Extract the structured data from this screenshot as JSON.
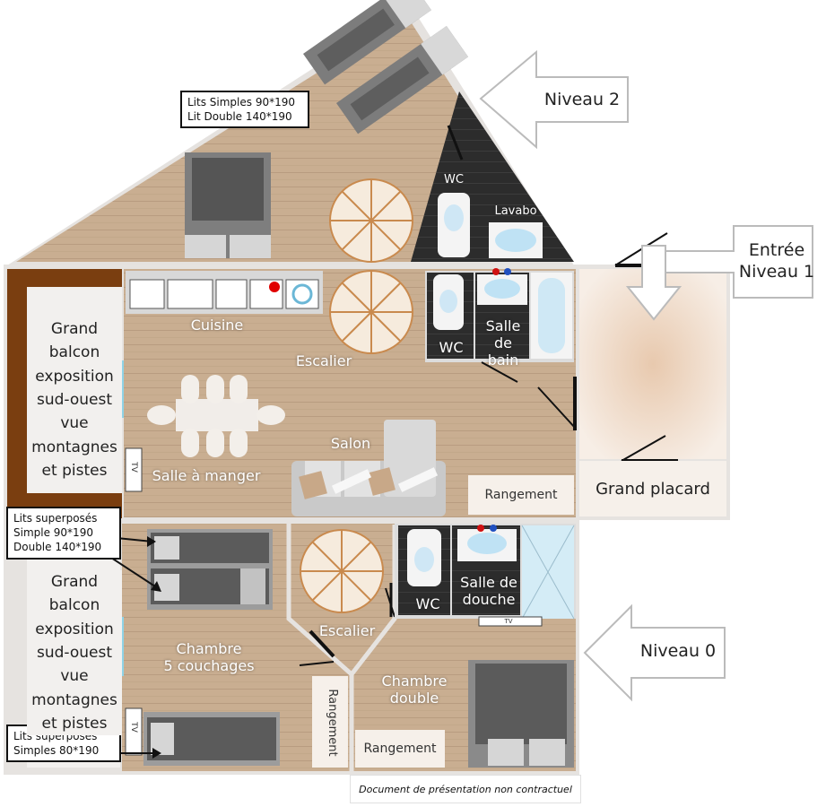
{
  "levels": {
    "niveau2": "Niveau 2",
    "entree_line1": "Entrée",
    "entree_line2": "Niveau 1",
    "niveau0": "Niveau 0"
  },
  "beds_level2": {
    "line1": "Lits Simples 90*190",
    "line2": "Lit Double 140*190"
  },
  "level2_rooms": {
    "wc": "WC",
    "lavabo": "Lavabo"
  },
  "level1": {
    "cuisine": "Cuisine",
    "escalier": "Escalier",
    "wc": "WC",
    "sdb_line1": "Salle de",
    "sdb_line2": "bain",
    "salle_a_manger": "Salle à manger",
    "salon": "Salon",
    "rangement": "Rangement",
    "grand_placard": "Grand placard",
    "balcon_lines": [
      "Grand",
      "balcon",
      "exposition",
      "sud-ouest",
      "vue",
      "montagnes",
      "et pistes"
    ],
    "tv": "TV"
  },
  "level0": {
    "beds1_line1": "Lits superposés",
    "beds1_line2": "Simple 90*190",
    "beds1_line3": "Double 140*190",
    "beds2_line1": "Lits superposés",
    "beds2_line2": "Simples 80*190",
    "balcon_lines": [
      "Grand",
      "balcon",
      "exposition",
      "sud-ouest",
      "vue",
      "montagnes",
      "et pistes"
    ],
    "wc": "WC",
    "sdd_line1": "Salle de",
    "sdd_line2": "douche",
    "escalier": "Escalier",
    "chambre5_line1": "Chambre",
    "chambre5_line2": "5 couchages",
    "chambre_double_line1": "Chambre",
    "chambre_double_line2": "double",
    "rangement_vertical": "Rangement",
    "rangement": "Rangement",
    "tv": "TV"
  },
  "footer": "Document de présentation non contractuel",
  "colors": {
    "wood": "#c8ad90",
    "wall": "#e6e3e0",
    "balcony_wood": "#7a3e10",
    "bath_dark": "#2a2a2a",
    "stairs": "#f4e8d8",
    "stairs_line": "#c98a4e"
  }
}
